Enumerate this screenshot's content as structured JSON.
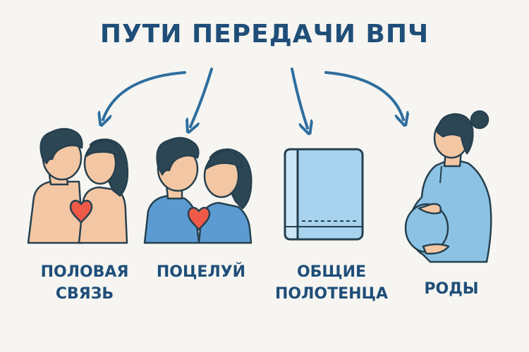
{
  "title": "ПУТИ ПЕРЕДАЧИ ВПЧ",
  "routes": [
    {
      "label": "ПОЛОВАЯ\nСВЯЗЬ",
      "icon": "couple-kissing-icon"
    },
    {
      "label": "ПОЦЕЛУЙ",
      "icon": "kiss-icon"
    },
    {
      "label": "ОБЩИЕ\nПОЛОТЕНЦА",
      "icon": "towel-icon"
    },
    {
      "label": "РОДЫ",
      "icon": "pregnant-woman-icon"
    }
  ],
  "colors": {
    "title": "#1f4e79",
    "arrow": "#2e6e9e",
    "background": "#f6f5f1",
    "skin": "#f4c7a4",
    "hair": "#2d4654",
    "heart": "#ee5a47",
    "shirt": "#5b9bd1",
    "towel": "#a7d3ee",
    "dress": "#8cc3e4"
  }
}
